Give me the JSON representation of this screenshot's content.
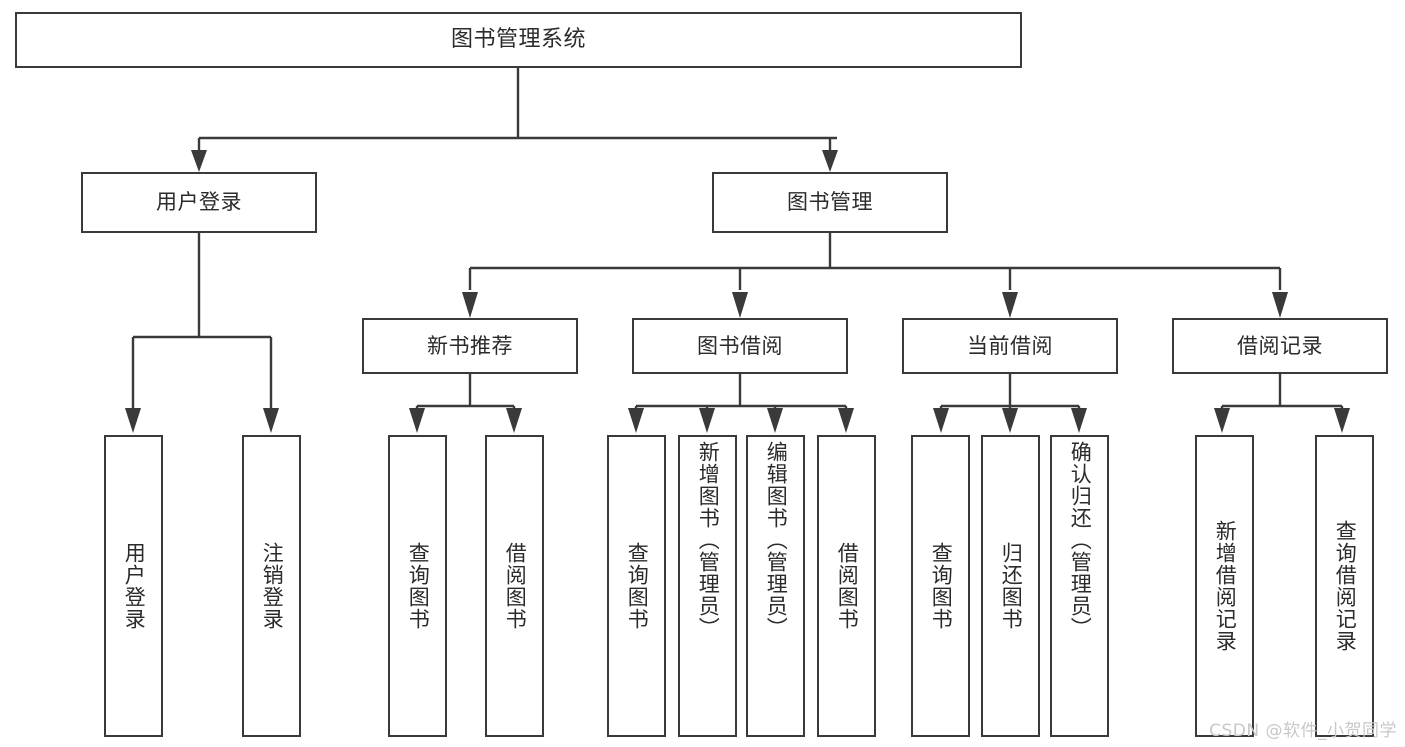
{
  "diagram": {
    "type": "tree-hierarchy-chart",
    "root": {
      "label": "图书管理系统"
    },
    "level2": [
      {
        "label": "用户登录"
      },
      {
        "label": "图书管理"
      }
    ],
    "level3": [
      {
        "label": "新书推荐"
      },
      {
        "label": "图书借阅"
      },
      {
        "label": "当前借阅"
      },
      {
        "label": "借阅记录"
      }
    ],
    "leaves": {
      "user_login": [
        {
          "label": "用户登录"
        },
        {
          "label": "注销登录"
        }
      ],
      "new_book_recommend": [
        {
          "label": "查询图书"
        },
        {
          "label": "借阅图书"
        }
      ],
      "book_borrow": [
        {
          "label": "查询图书"
        },
        {
          "label": "新增图书（管理员）"
        },
        {
          "label": "编辑图书（管理员）"
        },
        {
          "label": "借阅图书"
        }
      ],
      "current_borrow": [
        {
          "label": "查询图书"
        },
        {
          "label": "归还图书"
        },
        {
          "label": "确认归还（管理员）"
        }
      ],
      "borrow_records": [
        {
          "label": "新增借阅记录"
        },
        {
          "label": "查询借阅记录"
        }
      ]
    }
  },
  "watermark": {
    "text": "CSDN @软件_小贺同学"
  },
  "colors": {
    "stroke": "#3a3a3a",
    "text": "#2b2b2b",
    "background": "#ffffff",
    "watermark": "#c8c8c8"
  }
}
